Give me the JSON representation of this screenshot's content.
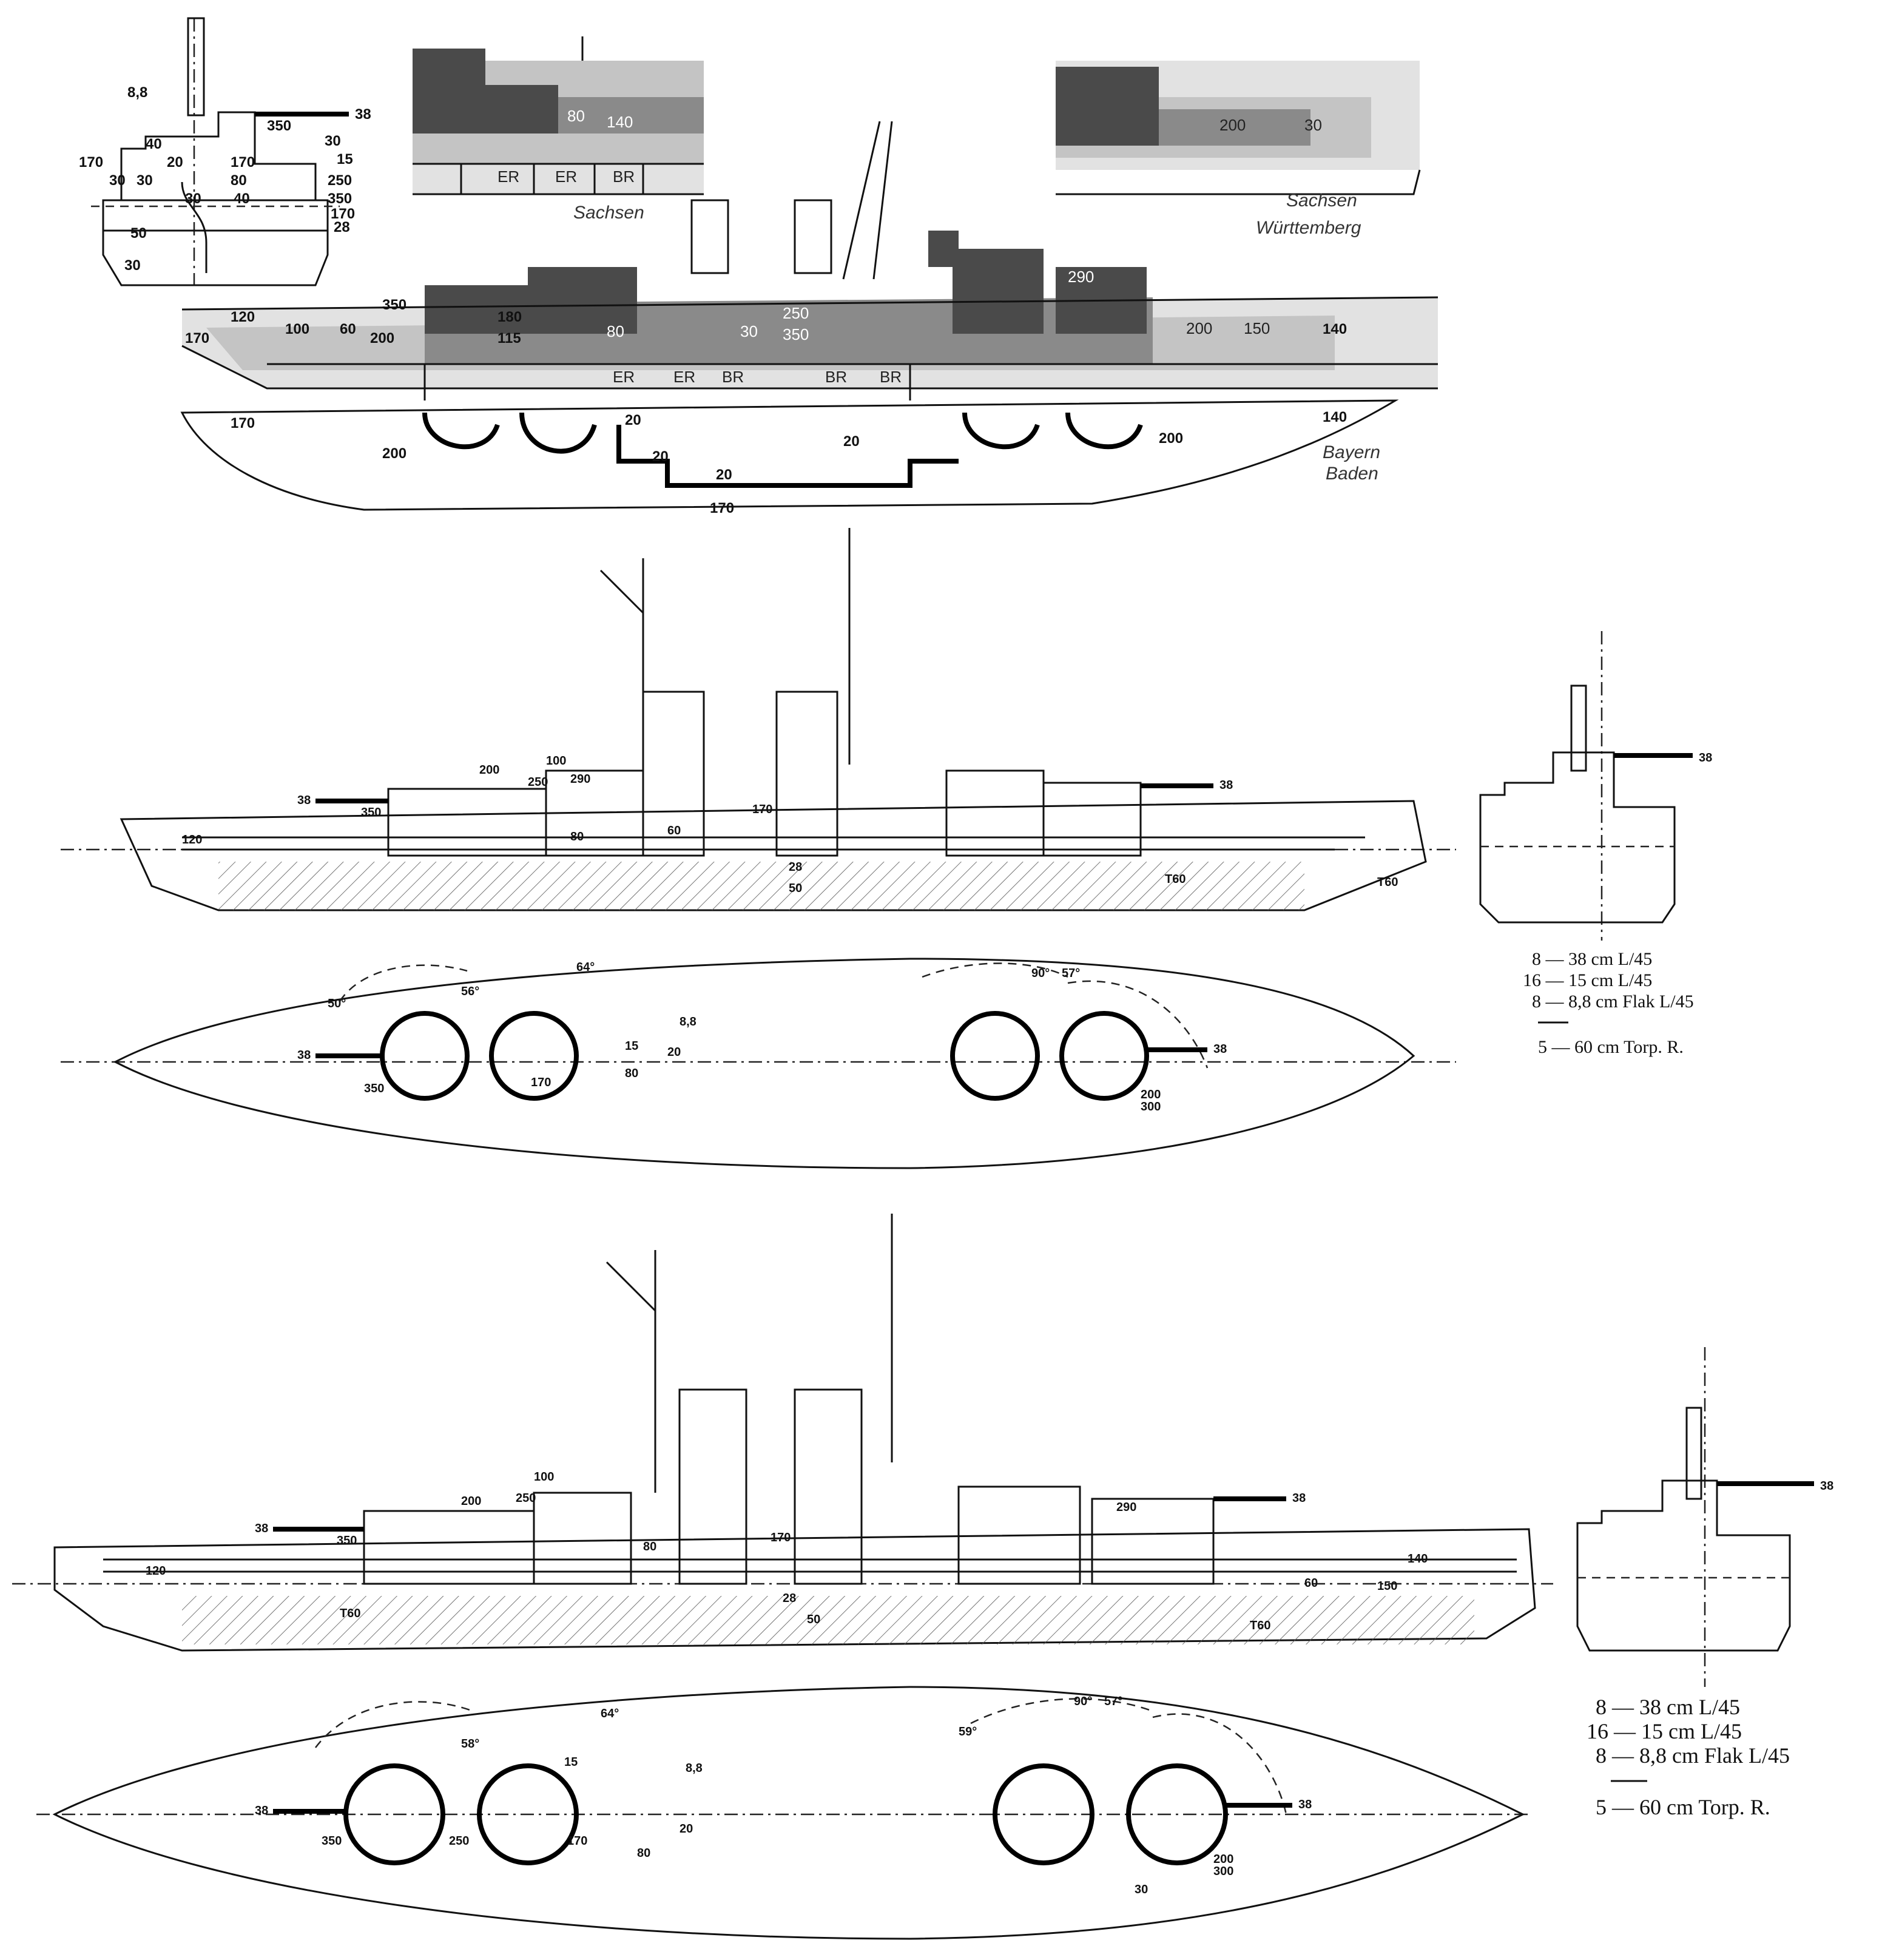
{
  "colors": {
    "armor_dark": "#4a4a4a",
    "armor_mid": "#8a8a8a",
    "armor_light": "#c4c4c4",
    "armor_pale": "#e2e2e2",
    "ink": "#111111",
    "paper": "#ffffff"
  },
  "top_panel": {
    "sachsen_inset_label": "Sachsen",
    "sachsen_wurttemberg_label_1": "Sachsen",
    "sachsen_wurttemberg_label_2": "Württemberg",
    "bayern_baden_label_1": "Bayern",
    "bayern_baden_label_2": "Baden",
    "room_labels": [
      "ER",
      "ER",
      "BR",
      "ER",
      "ER",
      "BR",
      "BR",
      "BR"
    ],
    "section_values": [
      "8,8",
      "38",
      "350",
      "40",
      "20",
      "170",
      "30",
      "80",
      "15",
      "250",
      "28",
      "50"
    ],
    "profile_values": [
      "120",
      "170",
      "100",
      "60",
      "350",
      "180",
      "200",
      "115",
      "80",
      "30",
      "40",
      "250",
      "290",
      "140",
      "150"
    ],
    "plan_values": [
      "170",
      "200",
      "20",
      "140"
    ]
  },
  "middle_panel": {
    "armament": {
      "line1": "8 — 38 cm L/45",
      "line2": "16 — 15 cm L/45",
      "line3": "8 — 8,8 cm Flak L/45",
      "line4": "5 — 60 cm Torp. R."
    },
    "profile_values": [
      "38",
      "200",
      "100",
      "250",
      "290",
      "350",
      "170",
      "120",
      "60",
      "80",
      "28",
      "50",
      "T60"
    ],
    "plan_values": [
      "38",
      "350",
      "170",
      "80",
      "20",
      "15",
      "300",
      "200",
      "90°",
      "57°",
      "64°",
      "56°",
      "50°",
      "8,8"
    ]
  },
  "bottom_panel": {
    "armament": {
      "line1": "8 — 38 cm L/45",
      "line2": "16 — 15 cm L/45",
      "line3": "8 — 8,8 cm Flak L/45",
      "line4": "5 — 60 cm Torp. R."
    },
    "profile_values": [
      "38",
      "200",
      "100",
      "250",
      "290",
      "350",
      "170",
      "120",
      "60",
      "80",
      "28",
      "50",
      "T60",
      "150",
      "140"
    ],
    "plan_values": [
      "38",
      "350",
      "250",
      "170",
      "80",
      "20",
      "15",
      "300",
      "200",
      "90°",
      "57°",
      "64°",
      "58°",
      "59°",
      "8,8",
      "30"
    ]
  }
}
